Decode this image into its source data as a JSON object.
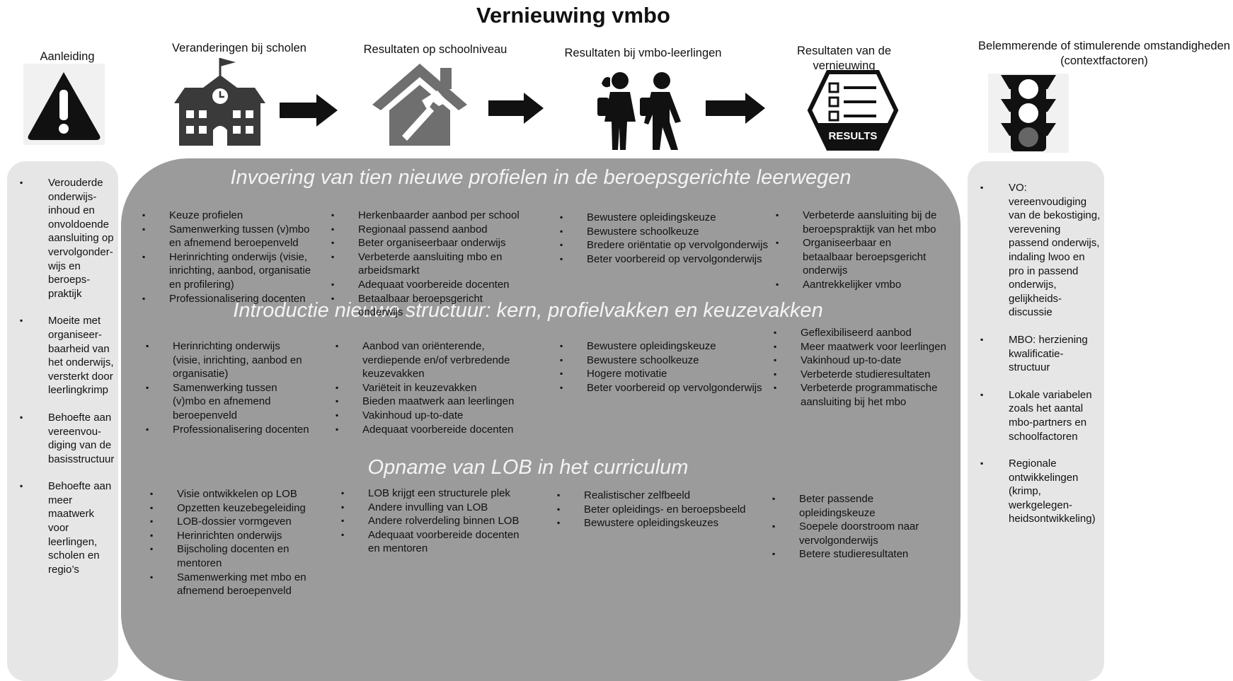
{
  "title": "Vernieuwing vmbo",
  "headers": {
    "aanleiding": "Aanleiding",
    "veranderingen": "Veranderingen bij scholen",
    "resultaten_school": "Resultaten op schoolniveau",
    "resultaten_leerlingen": "Resultaten bij vmbo-leerlingen",
    "resultaten_vernieuwing": "Resultaten van de vernieuwing",
    "context": "Belemmerende of stimulerende omstandigheden (contextfactoren)"
  },
  "icons": {
    "aanleiding": "warning-icon",
    "veranderingen": "school-building-icon",
    "resultaten_school": "house-hammer-icon",
    "resultaten_leerlingen": "students-icon",
    "resultaten_vernieuwing": "results-checklist-icon",
    "context": "traffic-light-icon",
    "arrow": "arrow-right-icon"
  },
  "results_icon_label": "RESULTS",
  "colors": {
    "panel": "#9b9b9b",
    "side_panel": "#e6e6e6",
    "heading_text": "#f4f4f4",
    "icon": "#3a3a3a"
  },
  "left_panel": [
    "Verouderde onderwijs-inhoud en onvoldoende aansluiting op vervolgonder-wijs en beroeps-praktijk",
    "Moeite met organiseer-baarheid van het onderwijs, versterkt door leerlingkrimp",
    "Behoefte aan vereenvou-diging van de basisstructuur",
    "Behoefte aan meer maatwerk voor leerlingen, scholen en regio’s"
  ],
  "right_panel": [
    "VO: vereenvoudiging van de bekostiging, verevening passend onderwijs, indaling lwoo en pro in passend onderwijs, gelijkheids-discussie",
    "MBO: herziening kwalificatie-structuur",
    "Lokale variabelen zoals het aantal mbo-partners en schoolfactoren",
    "Regionale ontwikkelingen (krimp, werkgelegen-heidsontwikkeling)"
  ],
  "sections": [
    {
      "heading": "Invoering van tien nieuwe profielen in de beroepsgerichte leerwegen",
      "columns": [
        [
          "Keuze profielen",
          "Samenwerking tussen (v)mbo en afnemend beroepenveld",
          "Herinrichting onderwijs (visie, inrichting, aanbod, organisatie en profilering)",
          "Professionalisering docenten"
        ],
        [
          "Herkenbaarder aanbod per school",
          "Regionaal passend aanbod",
          "Beter organiseerbaar onderwijs",
          "Verbeterde aansluiting mbo en arbeidsmarkt",
          "Adequaat voorbereide docenten",
          "Betaalbaar beroepsgericht onderwijs"
        ],
        [
          "Bewustere opleidingskeuze",
          "Bewustere schoolkeuze",
          "Bredere oriëntatie op vervolgonderwijs",
          "Beter voorbereid op vervolgonderwijs"
        ],
        [
          "Verbeterde aansluiting bij de beroepspraktijk van het mbo",
          "Organiseerbaar en betaalbaar beroepsgericht onderwijs",
          "Aantrekkelijker vmbo"
        ]
      ]
    },
    {
      "heading": "Introductie nieuwe structuur: kern, profielvakken en keuzevakken",
      "columns": [
        [
          "Herinrichting onderwijs (visie, inrichting, aanbod en organisatie)",
          "Samenwerking tussen (v)mbo en afnemend beroepenveld",
          "Professionalisering docenten"
        ],
        [
          "Aanbod van oriënterende, verdiepende en/of verbredende keuzevakken",
          "Variëteit in keuzevakken",
          "Bieden maatwerk aan leerlingen",
          "Vakinhoud up-to-date",
          "Adequaat voorbereide docenten"
        ],
        [
          "Bewustere opleidingskeuze",
          "Bewustere schoolkeuze",
          "Hogere motivatie",
          "Beter voorbereid op vervolgonderwijs"
        ],
        [
          "Geflexibiliseerd aanbod",
          "Meer maatwerk voor leerlingen",
          "Vakinhoud up-to-date",
          "Verbeterde studieresultaten",
          "Verbeterde programmatische aansluiting bij het mbo"
        ]
      ]
    },
    {
      "heading": "Opname van LOB in het curriculum",
      "columns": [
        [
          "Visie ontwikkelen op LOB",
          "Opzetten keuzebegeleiding",
          "LOB-dossier vormgeven",
          "Herinrichten onderwijs",
          "Bijscholing docenten en mentoren",
          "Samenwerking met mbo en afnemend beroepenveld"
        ],
        [
          "LOB krijgt een structurele plek",
          "Andere invulling van LOB",
          "Andere rolverdeling binnen LOB",
          "Adequaat voorbereide docenten en mentoren"
        ],
        [
          "Realistischer zelfbeeld",
          "Beter opleidings- en beroepsbeeld",
          "Bewustere opleidingskeuzes"
        ],
        [
          "Beter passende opleidingskeuze",
          "Soepele doorstroom naar vervolgonderwijs",
          "Betere studieresultaten"
        ]
      ]
    }
  ]
}
